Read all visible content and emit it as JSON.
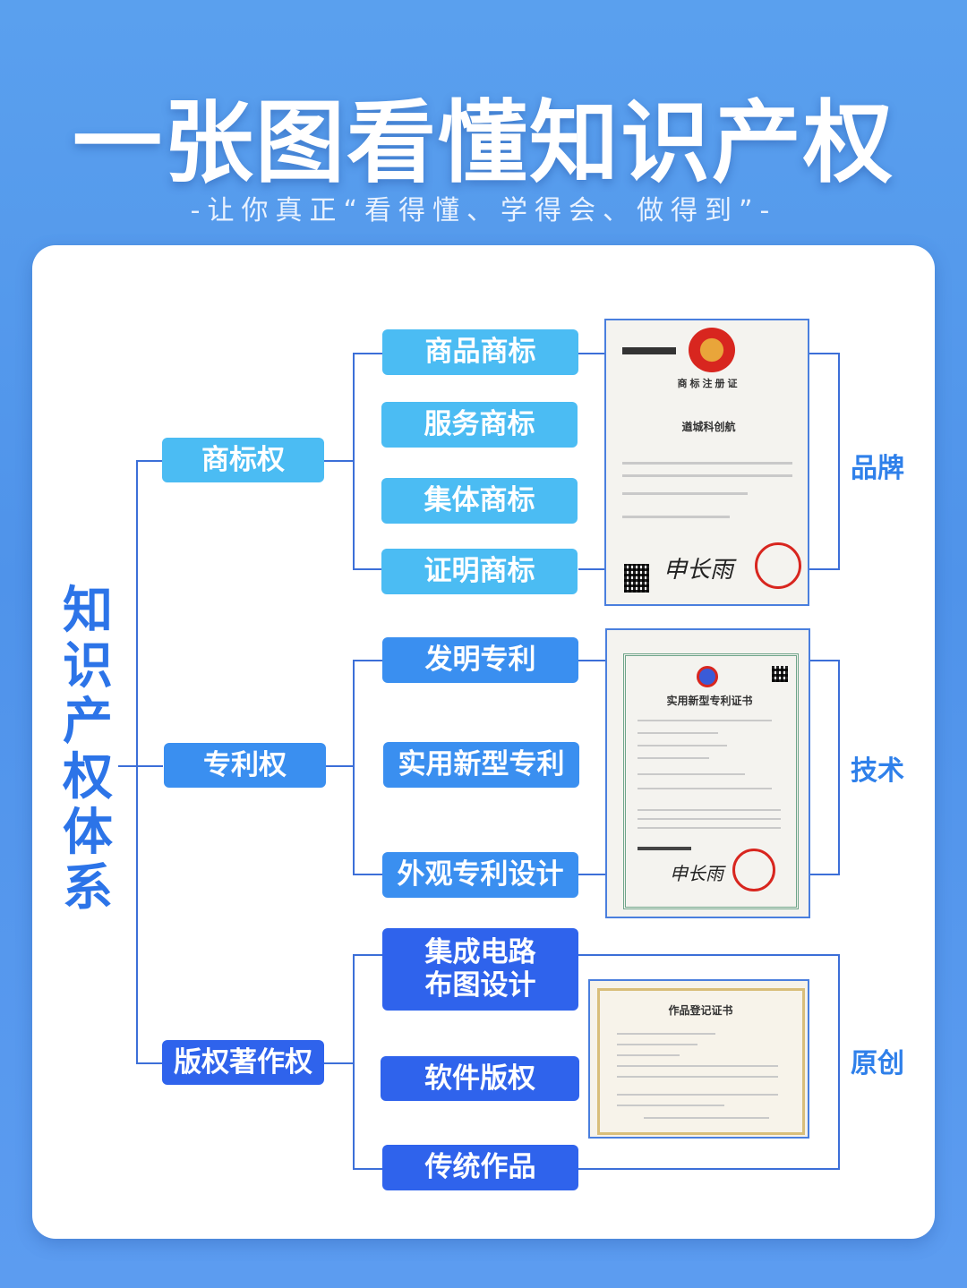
{
  "header": {
    "title": "一张图看懂知识产权",
    "subtitle": "-让你真正“看得懂、学得会、做得到”-"
  },
  "root": {
    "label": "知识产权体系"
  },
  "branches": [
    {
      "label": "商标权",
      "items": [
        "商品商标",
        "服务商标",
        "集体商标",
        "证明商标"
      ],
      "side_label": "品牌"
    },
    {
      "label": "专利权",
      "items": [
        "发明专利",
        "实用新型专利",
        "外观专利设计"
      ],
      "side_label": "技术"
    },
    {
      "label": "版权著作权",
      "items": [
        "集成电路\n布图设计",
        "软件版权",
        "传统作品"
      ],
      "side_label": "原创"
    }
  ],
  "certificates": {
    "trademark": {
      "title": "商标注册证",
      "name": "遒城科创航"
    },
    "patent": {
      "title": "实用新型专利证书"
    },
    "copyright": {
      "title": "作品登记证书"
    }
  },
  "colors": {
    "trademark": "#4bbcf3",
    "patent": "#3a8ff0",
    "copyright": "#2f63ec",
    "line": "#3c6fd8"
  }
}
